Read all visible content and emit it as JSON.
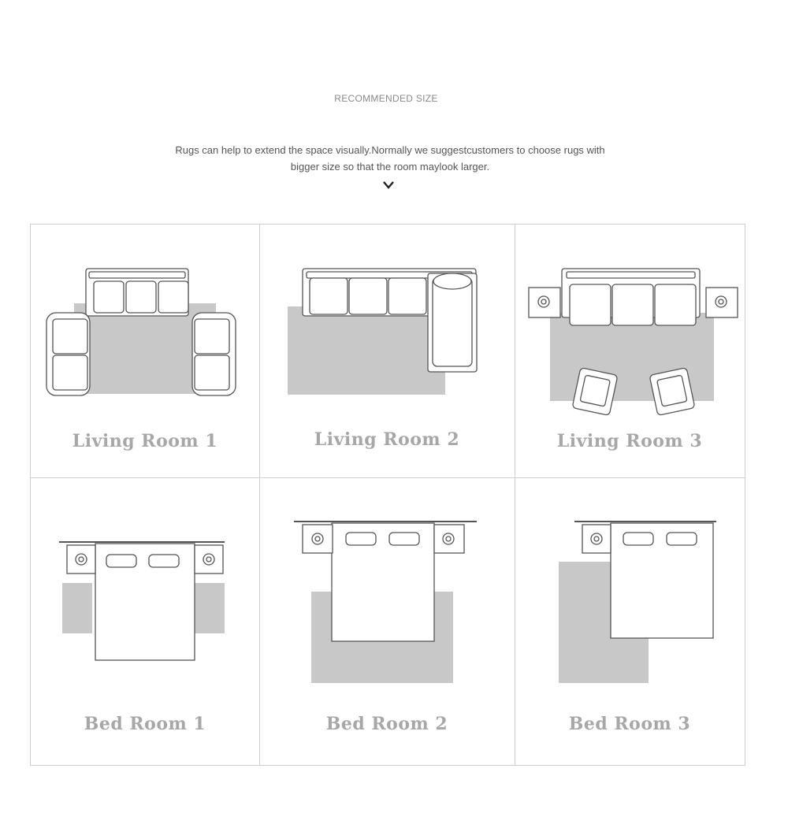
{
  "heading": "RECOMMENDED SIZE",
  "description": {
    "line1": "Rugs  can  help  to  extend the space visually.Normally we suggestcustomers to choose rugs with",
    "line2": "bigger size so that the room  maylook larger."
  },
  "arrow_icon": "chevron-down-icon",
  "rooms": [
    {
      "label": "Living Room 1"
    },
    {
      "label": "Living Room 2"
    },
    {
      "label": "Living Room 3"
    },
    {
      "label": "Bed Room 1"
    },
    {
      "label": "Bed Room 2"
    },
    {
      "label": "Bed Room 3"
    }
  ],
  "colors": {
    "rug": "#c8c8c8",
    "outline": "#555555",
    "label": "#a7a7a7",
    "grid": "#cfcfcf"
  }
}
